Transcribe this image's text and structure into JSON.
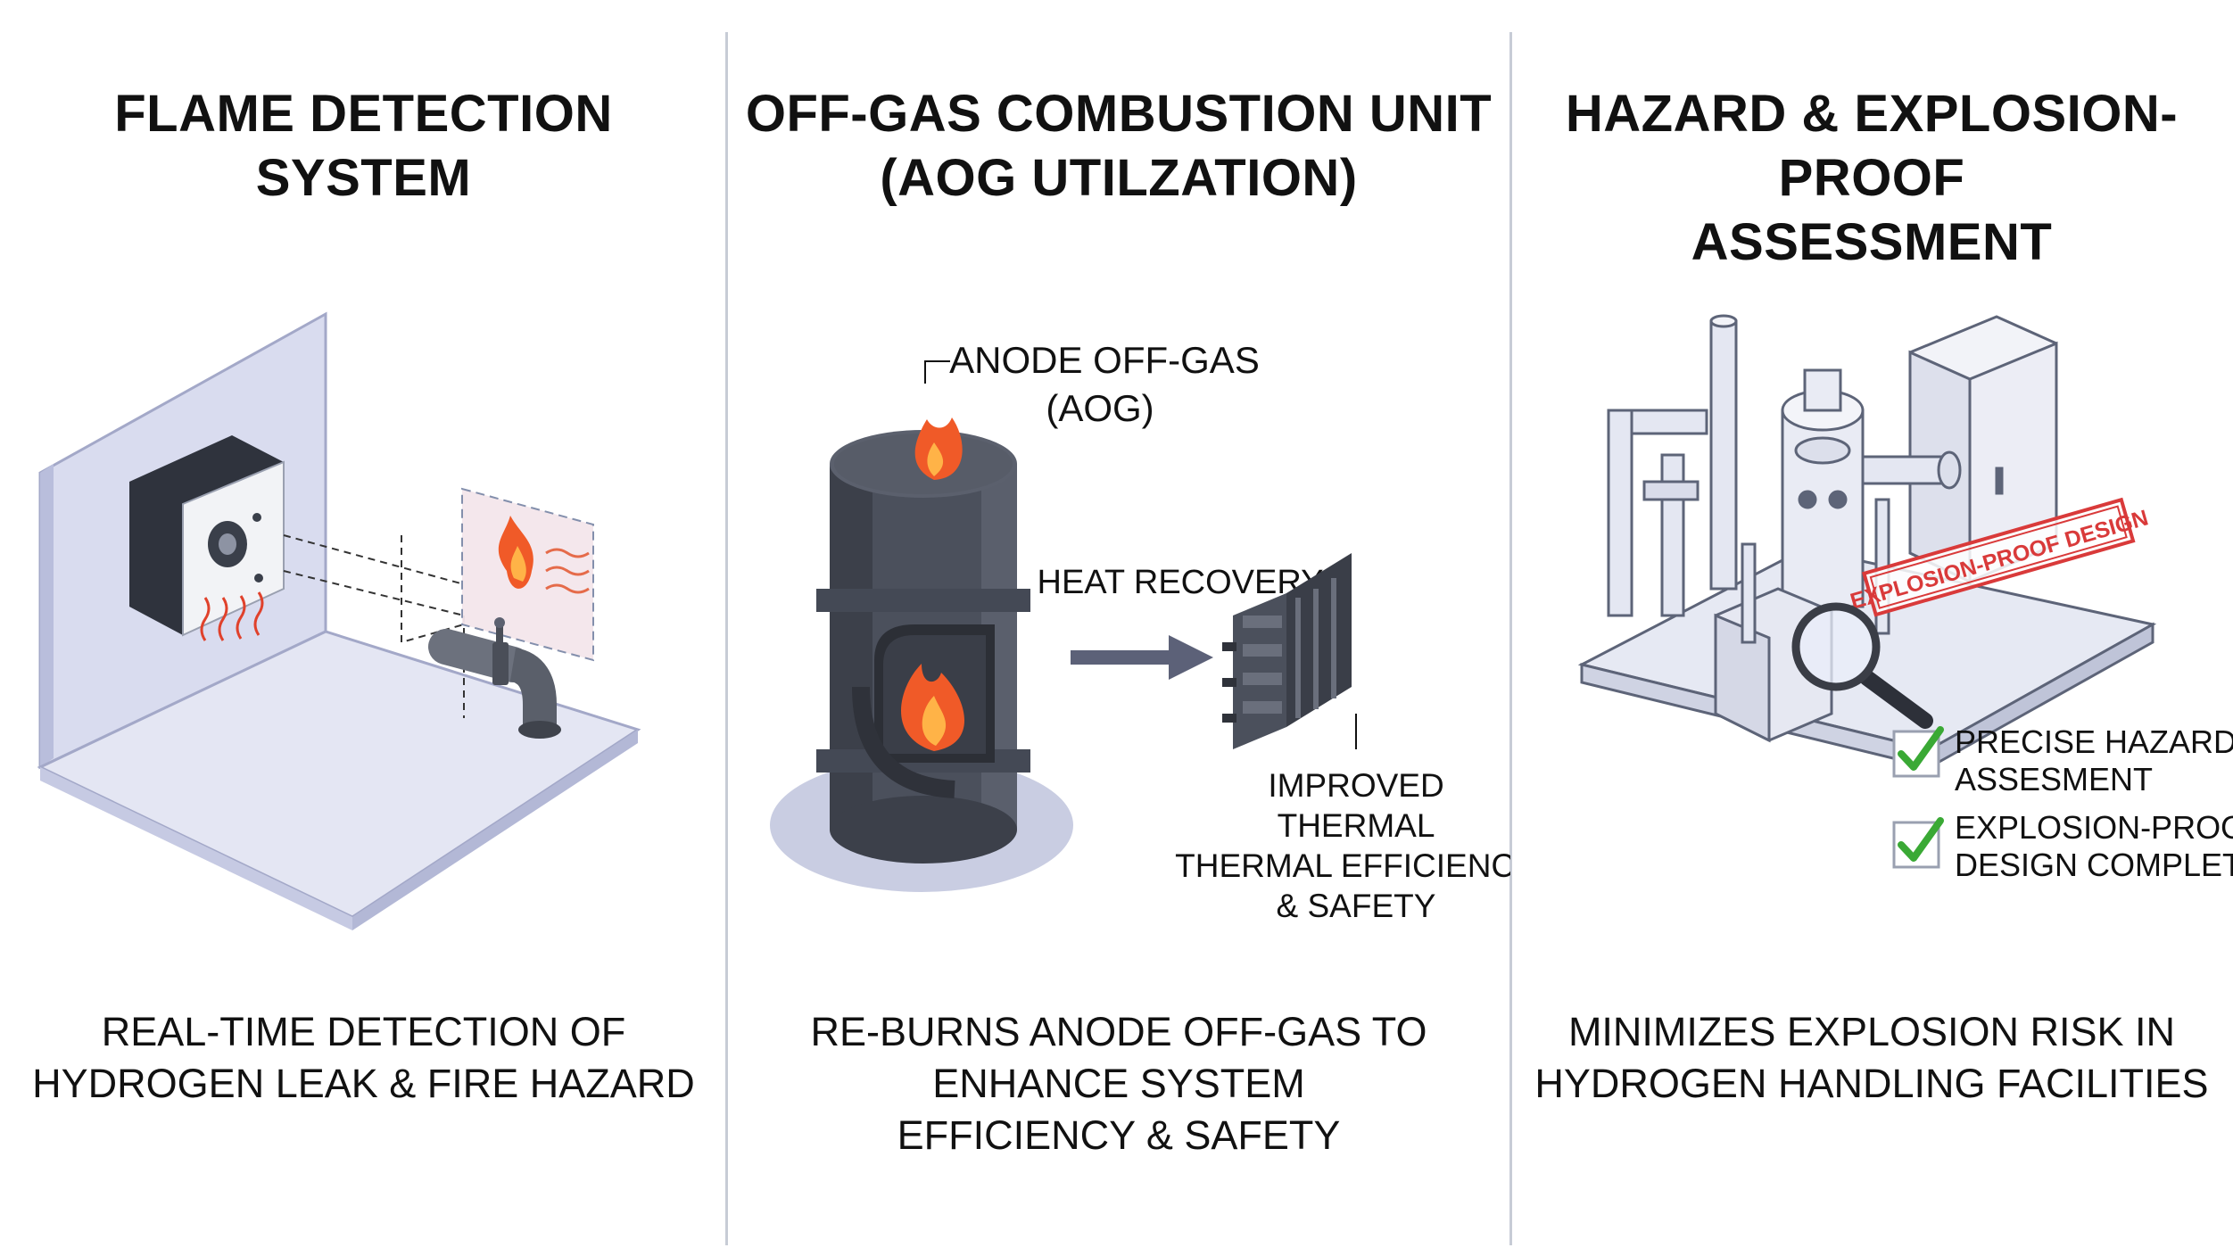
{
  "panels": [
    {
      "title": "FLAME DETECTION\nSYSTEM",
      "caption": "REAL-TIME DETECTION OF\nHYDROGEN LEAK & FIRE HAZARD"
    },
    {
      "title": "OFF-GAS COMBUSTION UNIT\n(AOG UTILZATION)",
      "caption": "RE-BURNS ANODE OFF-GAS TO\nENHANCE SYSTEM\nEFFICIENCY & SAFETY",
      "labels": {
        "aog_line1": "ANODE OFF-GAS",
        "aog_line2": "(AOG)",
        "heat_recovery": "HEAT RECOVERY",
        "improved_1": "IMPROVED",
        "improved_2": "THERMAL",
        "improved_3": "THERMAL EFFICIENCY",
        "improved_4": "& SAFETY"
      }
    },
    {
      "title": "HAZARD & EXPLOSION-PROOF\nASSESSMENT",
      "caption": "MINIMIZES EXPLOSION RISK IN\nHYDROGEN HANDLING FACILITIES",
      "stamp": "EXPLOSION-PROOF DESIGN",
      "checklist": [
        {
          "line1": "PRECISE HAZARD",
          "line2": "ASSESMENT"
        },
        {
          "line1": "EXPLOSION-PROOF",
          "line2": "DESIGN COMPLETED"
        }
      ]
    }
  ],
  "colors": {
    "divider": "#c7ccd6",
    "flame": "#f05a28",
    "flame_core": "#ffb347",
    "unit_body": "#4b505c",
    "check": "#3aa935",
    "stamp": "#d93a3a",
    "floor": "#e4e6f3"
  },
  "icons": [
    "flame-sensor-icon",
    "flame-icon",
    "pipe-valve-icon",
    "combustion-cylinder-icon",
    "heat-exchanger-icon",
    "arrow-right-icon",
    "magnifier-icon",
    "checkmark-icon",
    "plant-equipment-icon"
  ]
}
